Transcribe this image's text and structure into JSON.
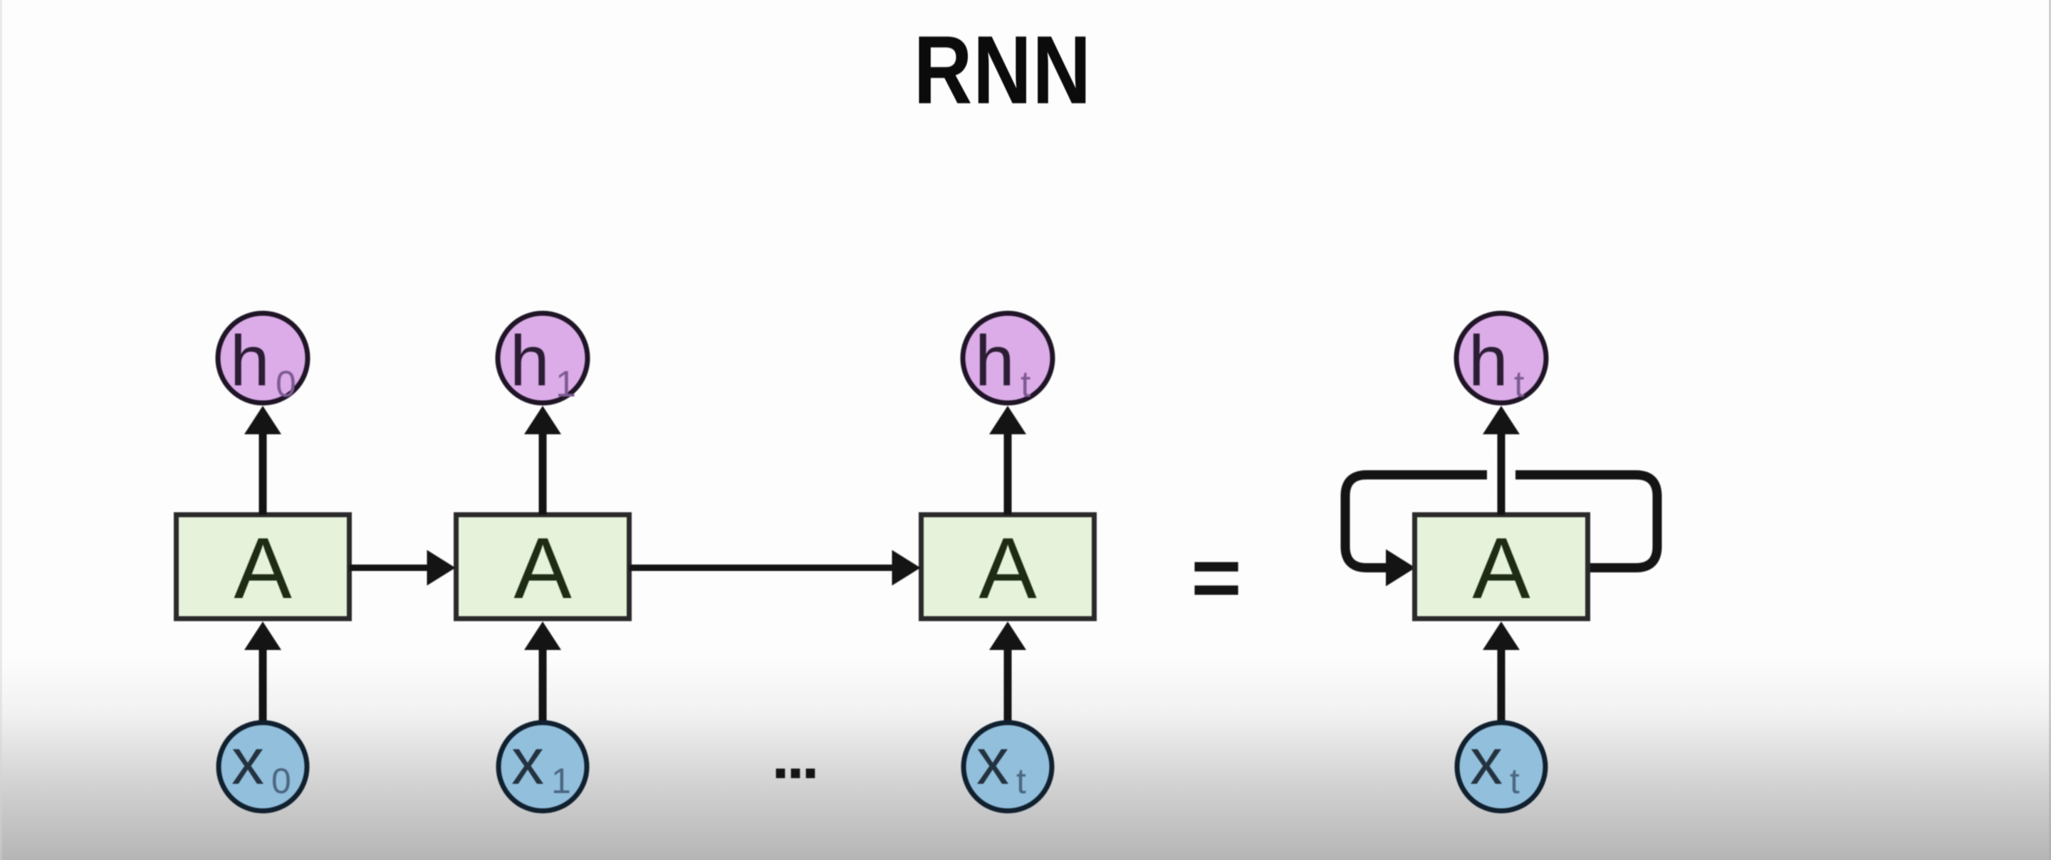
{
  "title": "RNN",
  "colors": {
    "background_top": "#fdfdfd",
    "background_bottom": "#b5b5b5",
    "line": "#141414",
    "box_fill": "#e6f3da",
    "box_border": "#2a2a2a",
    "box_label_color": "#1e2b15",
    "hidden_fill": "#dcace9",
    "hidden_border": "#1f1526",
    "hidden_text": "#2b1d33",
    "hidden_sub_text": "#7d5a92",
    "input_fill": "#92bfdc",
    "input_border": "#10202e",
    "input_text": "#243240",
    "input_sub_text": "#4a6680"
  },
  "diagram": {
    "equals": "=",
    "ellipsis": "...",
    "units": [
      {
        "id": "unit-0",
        "box": "A",
        "hidden": {
          "letter": "h",
          "sub": "0"
        },
        "input": {
          "letter": "x",
          "sub": "0"
        },
        "recurrent": false
      },
      {
        "id": "unit-1",
        "box": "A",
        "hidden": {
          "letter": "h",
          "sub": "1"
        },
        "input": {
          "letter": "x",
          "sub": "1"
        },
        "recurrent": false
      },
      {
        "id": "unit-t",
        "box": "A",
        "hidden": {
          "letter": "h",
          "sub": "t"
        },
        "input": {
          "letter": "x",
          "sub": "t"
        },
        "recurrent": false
      },
      {
        "id": "unit-recurrent",
        "box": "A",
        "hidden": {
          "letter": "h",
          "sub": "t"
        },
        "input": {
          "letter": "x",
          "sub": "t"
        },
        "recurrent": true
      }
    ]
  }
}
